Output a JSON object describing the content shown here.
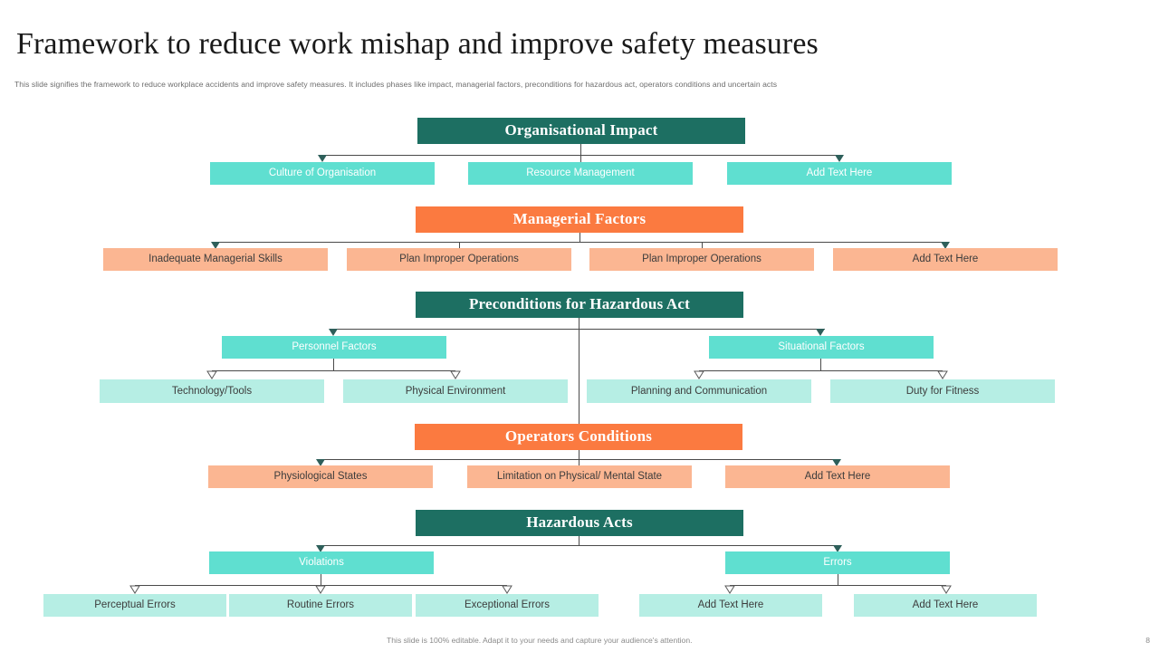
{
  "header": {
    "title": "Framework to reduce work mishap and improve safety measures",
    "subtitle": "This slide signifies the framework to reduce workplace accidents and improve safety measures. It includes phases like impact, managerial factors, preconditions for hazardous act, operators conditions and uncertain acts"
  },
  "footer": {
    "note": "This slide is 100% editable. Adapt it to your needs and capture your audience's attention.",
    "page_number": "8"
  },
  "colors": {
    "header_teal": "#1d6f62",
    "header_orange": "#fb7a40",
    "box_turquoise": "#5fdfd0",
    "box_peach": "#fbb692",
    "box_mint": "#b6eee4",
    "connector": "#4a4a4a",
    "arrow_solid": "#2e5f5a",
    "title_text": "#1a1a1a",
    "subtitle_text": "#6d6d6d"
  },
  "sections": [
    {
      "id": "organisational-impact",
      "header": "Organisational Impact",
      "children": [
        "Culture of Organisation",
        "Resource Management",
        "Add Text Here"
      ]
    },
    {
      "id": "managerial-factors",
      "header": "Managerial Factors",
      "children": [
        "Inadequate Managerial Skills",
        "Plan Improper Operations",
        "Plan Improper Operations",
        "Add Text Here"
      ]
    },
    {
      "id": "preconditions-for-hazardous-act",
      "header": "Preconditions for Hazardous Act",
      "branches": [
        {
          "label": "Personnel Factors",
          "children": [
            "Technology/Tools",
            "Physical Environment"
          ]
        },
        {
          "label": "Situational Factors",
          "children": [
            "Planning and Communication",
            "Duty for Fitness"
          ]
        }
      ]
    },
    {
      "id": "operators-conditions",
      "header": "Operators Conditions",
      "children": [
        "Physiological States",
        "Limitation on Physical/ Mental State",
        "Add Text Here"
      ]
    },
    {
      "id": "hazardous-acts",
      "header": "Hazardous Acts",
      "branches": [
        {
          "label": "Violations",
          "children": [
            "Perceptual Errors",
            "Routine Errors",
            "Exceptional Errors"
          ]
        },
        {
          "label": "Errors",
          "children": [
            "Add Text Here",
            "Add Text Here"
          ]
        }
      ]
    }
  ]
}
